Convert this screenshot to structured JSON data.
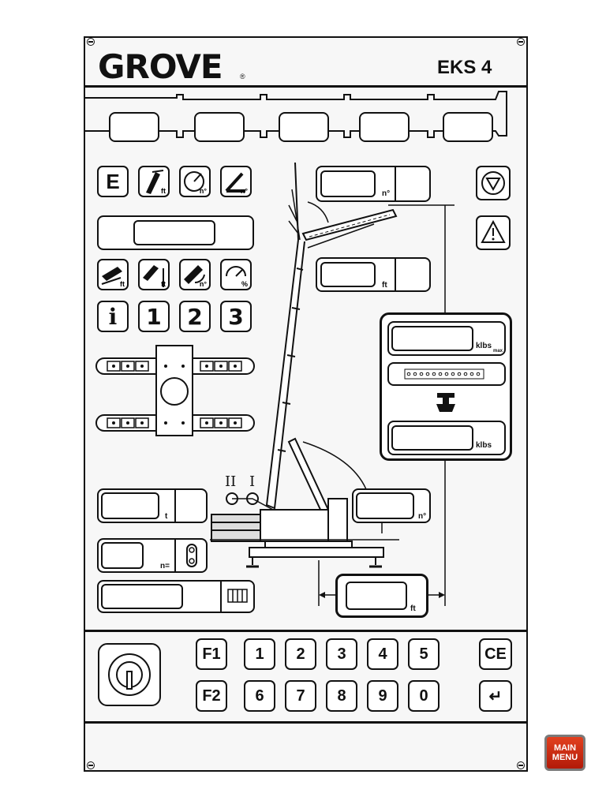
{
  "header": {
    "brand": "GROVE",
    "brand_mark": "®",
    "model": "EKS 4"
  },
  "function_keys": [
    {
      "label": "E",
      "icon": "e-key"
    },
    {
      "label": "",
      "icon": "boom-length-icon",
      "unit": "ft"
    },
    {
      "label": "",
      "icon": "slew-angle-icon",
      "unit": "n°"
    },
    {
      "label": "",
      "icon": "boom-angle-icon",
      "unit": "n°"
    }
  ],
  "limit_keys": [
    {
      "icon": "length-limit-icon",
      "unit": "ft"
    },
    {
      "icon": "height-limit-icon",
      "unit": "ft"
    },
    {
      "icon": "angle-limit-icon",
      "unit": "n°"
    },
    {
      "icon": "percent-gauge-icon",
      "unit": "%"
    }
  ],
  "mode_keys": [
    "i",
    "1",
    "2",
    "3"
  ],
  "displays": {
    "jib_angle_unit": "n°",
    "height_unit": "ft",
    "max_load_unit": "klbs",
    "max_load_sub": "max",
    "actual_load_unit": "klbs",
    "weight_unit": "t",
    "boom_angle_unit": "n°",
    "falls_unit": "n=",
    "radius_unit": "ft"
  },
  "winches": {
    "winch_2": "II",
    "winch_1": "I"
  },
  "side_keys": {
    "stop": "stop-triangle-icon",
    "warning": "warning-icon"
  },
  "keypad": {
    "f1": "F1",
    "f2": "F2",
    "row1": [
      "1",
      "2",
      "3",
      "4",
      "5"
    ],
    "row2": [
      "6",
      "7",
      "8",
      "9",
      "0"
    ],
    "ce": "CE",
    "enter": "↵"
  },
  "main_menu": "MAIN MENU"
}
